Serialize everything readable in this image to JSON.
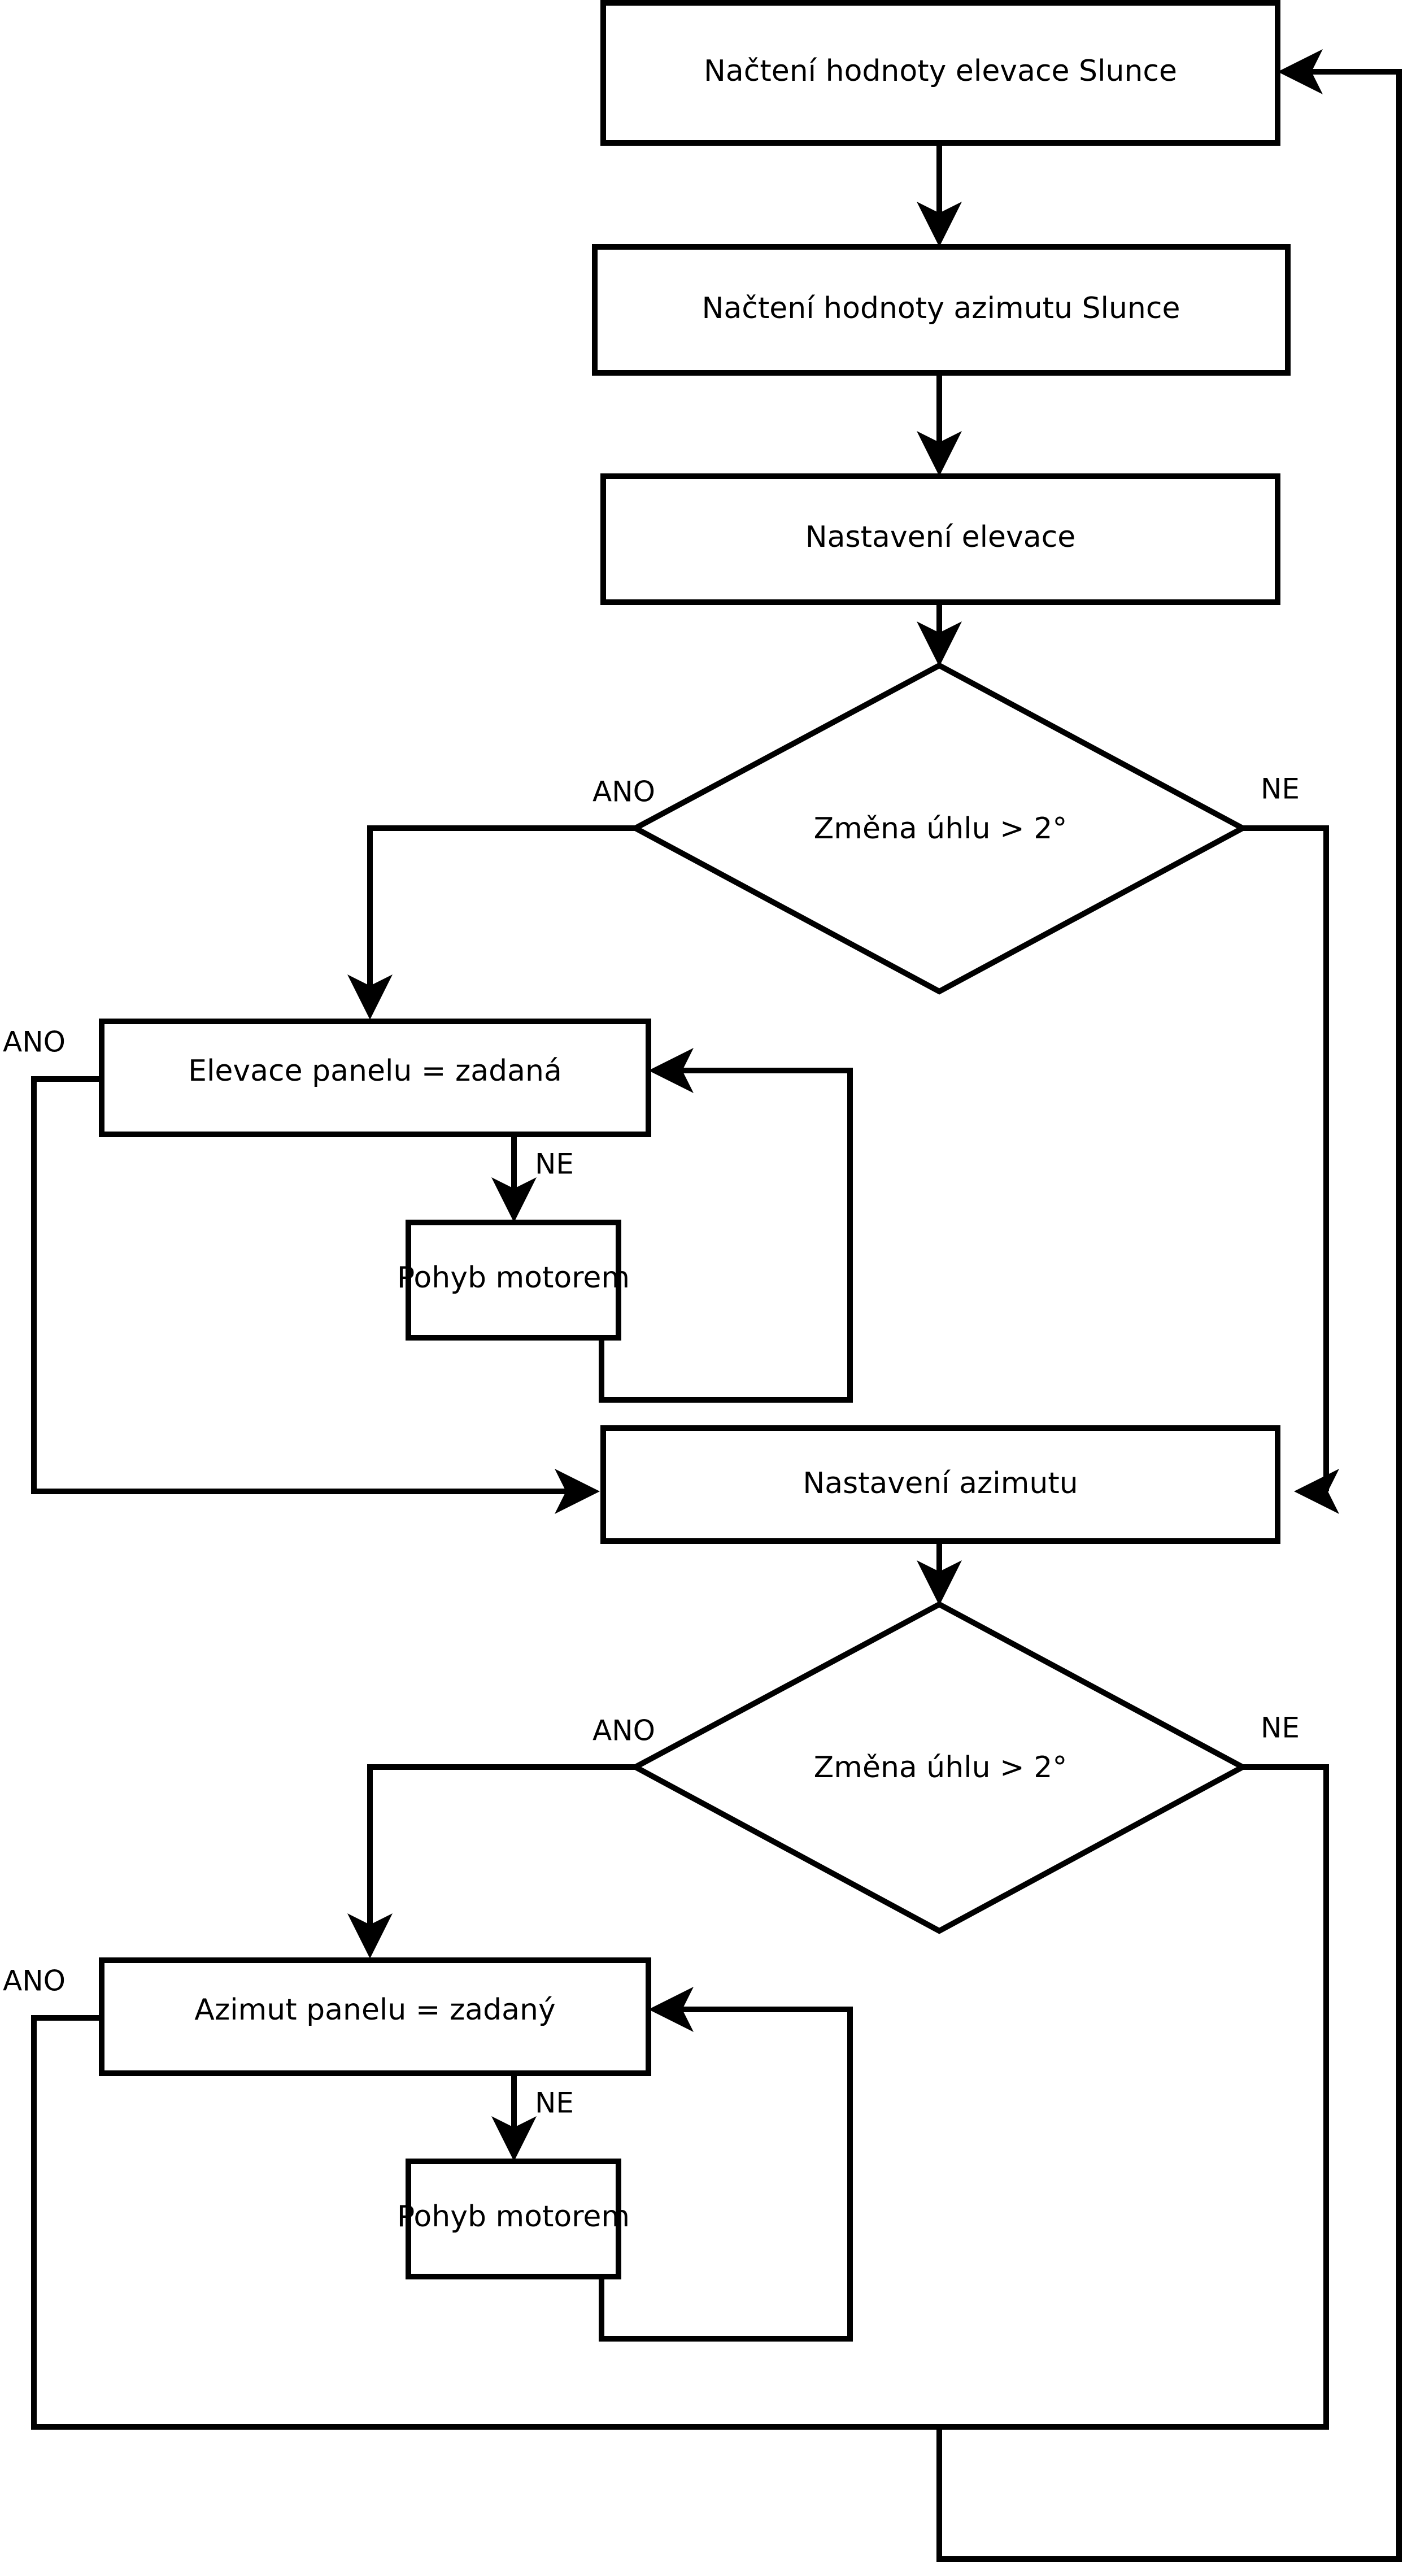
{
  "diagram": {
    "type": "flowchart",
    "language": "cs",
    "title": "Solar tracker control flowchart",
    "colors": {
      "background": "#ffffff",
      "stroke": "#000000",
      "fill": "#ffffff",
      "text": "#000000"
    }
  },
  "nodes": {
    "read_elevation": {
      "label": "Načtení hodnoty elevace Slunce",
      "shape": "process"
    },
    "read_azimuth": {
      "label": "Načtení hodnoty azimutu Slunce",
      "shape": "process"
    },
    "set_elevation": {
      "label": "Nastavení elevace",
      "shape": "process"
    },
    "decision_elevation": {
      "label": "Změna úhlu > 2°",
      "shape": "decision"
    },
    "panel_elevation_check": {
      "label": "Elevace panelu = zadaná",
      "shape": "process"
    },
    "motor_move_elevation": {
      "label": "Pohyb motorem",
      "shape": "process"
    },
    "set_azimuth": {
      "label": "Nastavení azimutu",
      "shape": "process"
    },
    "decision_azimuth": {
      "label": "Změna úhlu > 2°",
      "shape": "decision"
    },
    "panel_azimuth_check": {
      "label": "Azimut panelu = zadaný",
      "shape": "process"
    },
    "motor_move_azimuth": {
      "label": "Pohyb motorem",
      "shape": "process"
    }
  },
  "edge_labels": {
    "dec_elev_yes": "ANO",
    "dec_elev_no": "NE",
    "panel_elev_yes": "ANO",
    "panel_elev_no": "NE",
    "dec_azim_yes": "ANO",
    "dec_azim_no": "NE",
    "panel_azim_yes": "ANO",
    "panel_azim_no": "NE"
  },
  "edges": [
    {
      "from": "read_elevation",
      "to": "read_azimuth",
      "label": ""
    },
    {
      "from": "read_azimuth",
      "to": "set_elevation",
      "label": ""
    },
    {
      "from": "set_elevation",
      "to": "decision_elevation",
      "label": ""
    },
    {
      "from": "decision_elevation",
      "to": "panel_elevation_check",
      "label": "ANO"
    },
    {
      "from": "decision_elevation",
      "to": "set_azimuth",
      "label": "NE"
    },
    {
      "from": "panel_elevation_check",
      "to": "motor_move_elevation",
      "label": "NE"
    },
    {
      "from": "motor_move_elevation",
      "to": "panel_elevation_check",
      "label": ""
    },
    {
      "from": "panel_elevation_check",
      "to": "set_azimuth",
      "label": "ANO"
    },
    {
      "from": "set_azimuth",
      "to": "decision_azimuth",
      "label": ""
    },
    {
      "from": "decision_azimuth",
      "to": "panel_azimuth_check",
      "label": "ANO"
    },
    {
      "from": "decision_azimuth",
      "to": "read_elevation",
      "label": "NE"
    },
    {
      "from": "panel_azimuth_check",
      "to": "motor_move_azimuth",
      "label": "NE"
    },
    {
      "from": "motor_move_azimuth",
      "to": "panel_azimuth_check",
      "label": ""
    },
    {
      "from": "panel_azimuth_check",
      "to": "read_elevation",
      "label": "ANO"
    }
  ]
}
